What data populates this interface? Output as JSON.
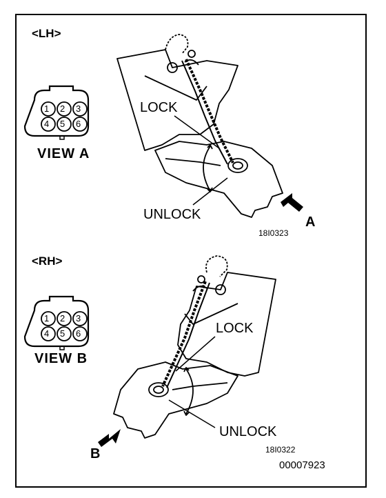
{
  "lh": {
    "section_label": "<LH>",
    "view_label": "VIEW A",
    "lock_label": "LOCK",
    "unlock_label": "UNLOCK",
    "arrow_label": "A",
    "figure_code": "18I0323",
    "pins": [
      "1",
      "2",
      "3",
      "4",
      "5",
      "6"
    ]
  },
  "rh": {
    "section_label": "<RH>",
    "view_label": "VIEW B",
    "lock_label": "LOCK",
    "unlock_label": "UNLOCK",
    "arrow_label": "B",
    "figure_code": "18I0322",
    "pins": [
      "1",
      "2",
      "3",
      "4",
      "5",
      "6"
    ]
  },
  "document_number": "00007923"
}
